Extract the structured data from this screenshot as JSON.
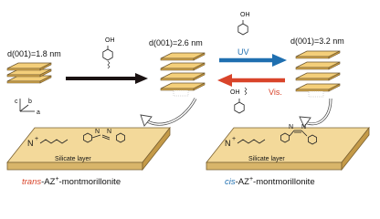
{
  "spacing": {
    "left": "d(001)=1.8 nm",
    "middle": "d(001)=2.6 nm",
    "right": "d(001)=3.2 nm"
  },
  "axes": {
    "c": "c",
    "b": "b",
    "a": "a"
  },
  "arrows": {
    "uv": "UV",
    "vis": "Vis."
  },
  "molecule": {
    "oh": "OH"
  },
  "slabs": {
    "left_label": "Silicate layer",
    "right_label": "Silicate layer",
    "nitrogen": "N"
  },
  "captions": {
    "left_prefix": "trans",
    "left_rest": "-AZ",
    "left_sup": "+",
    "left_suffix": "-montmorillonite",
    "right_prefix": "cis",
    "right_rest": "-AZ",
    "right_sup": "+",
    "right_suffix": "-montmorillonite"
  },
  "colors": {
    "layer_fill": "#f4cf7a",
    "layer_stroke": "#6b5530",
    "slab_top": "#f3d99a",
    "slab_side": "#d8b56a",
    "uv_arrow": "#1f6fb0",
    "vis_arrow": "#d9442a",
    "main_arrow": "#1a1212",
    "trans_color": "#d9442a",
    "cis_color": "#1f6fb0"
  }
}
